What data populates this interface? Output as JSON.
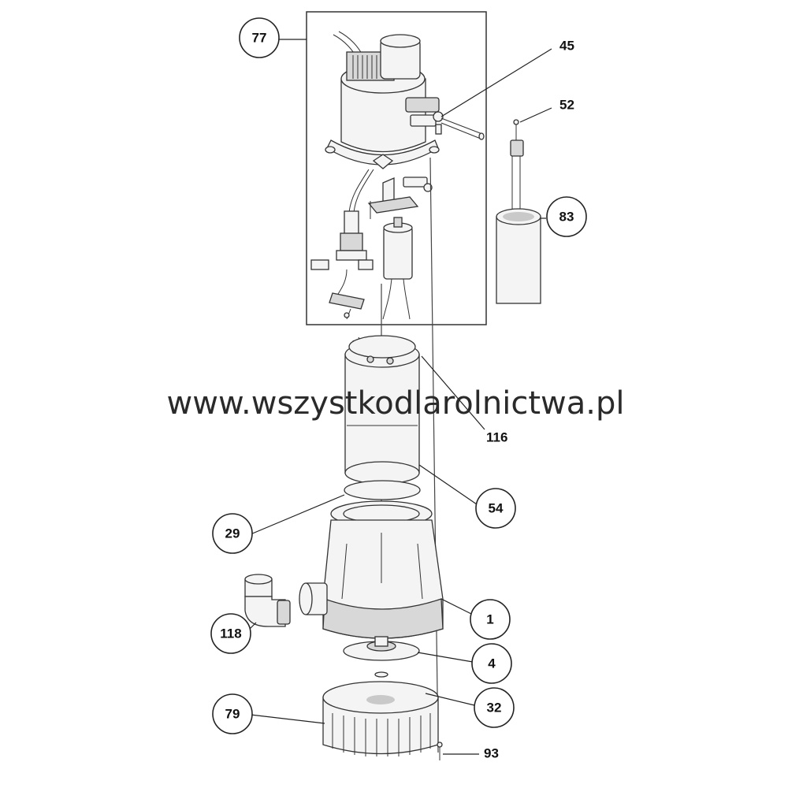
{
  "watermark": "www.wszystkodlarolnictwa.pl",
  "callouts": {
    "c77": "77",
    "c45": "45",
    "c52": "52",
    "c83": "83",
    "c116": "116",
    "c54": "54",
    "c29": "29",
    "c1": "1",
    "c118": "118",
    "c4": "4",
    "c32": "32",
    "c79": "79",
    "c93": "93"
  }
}
